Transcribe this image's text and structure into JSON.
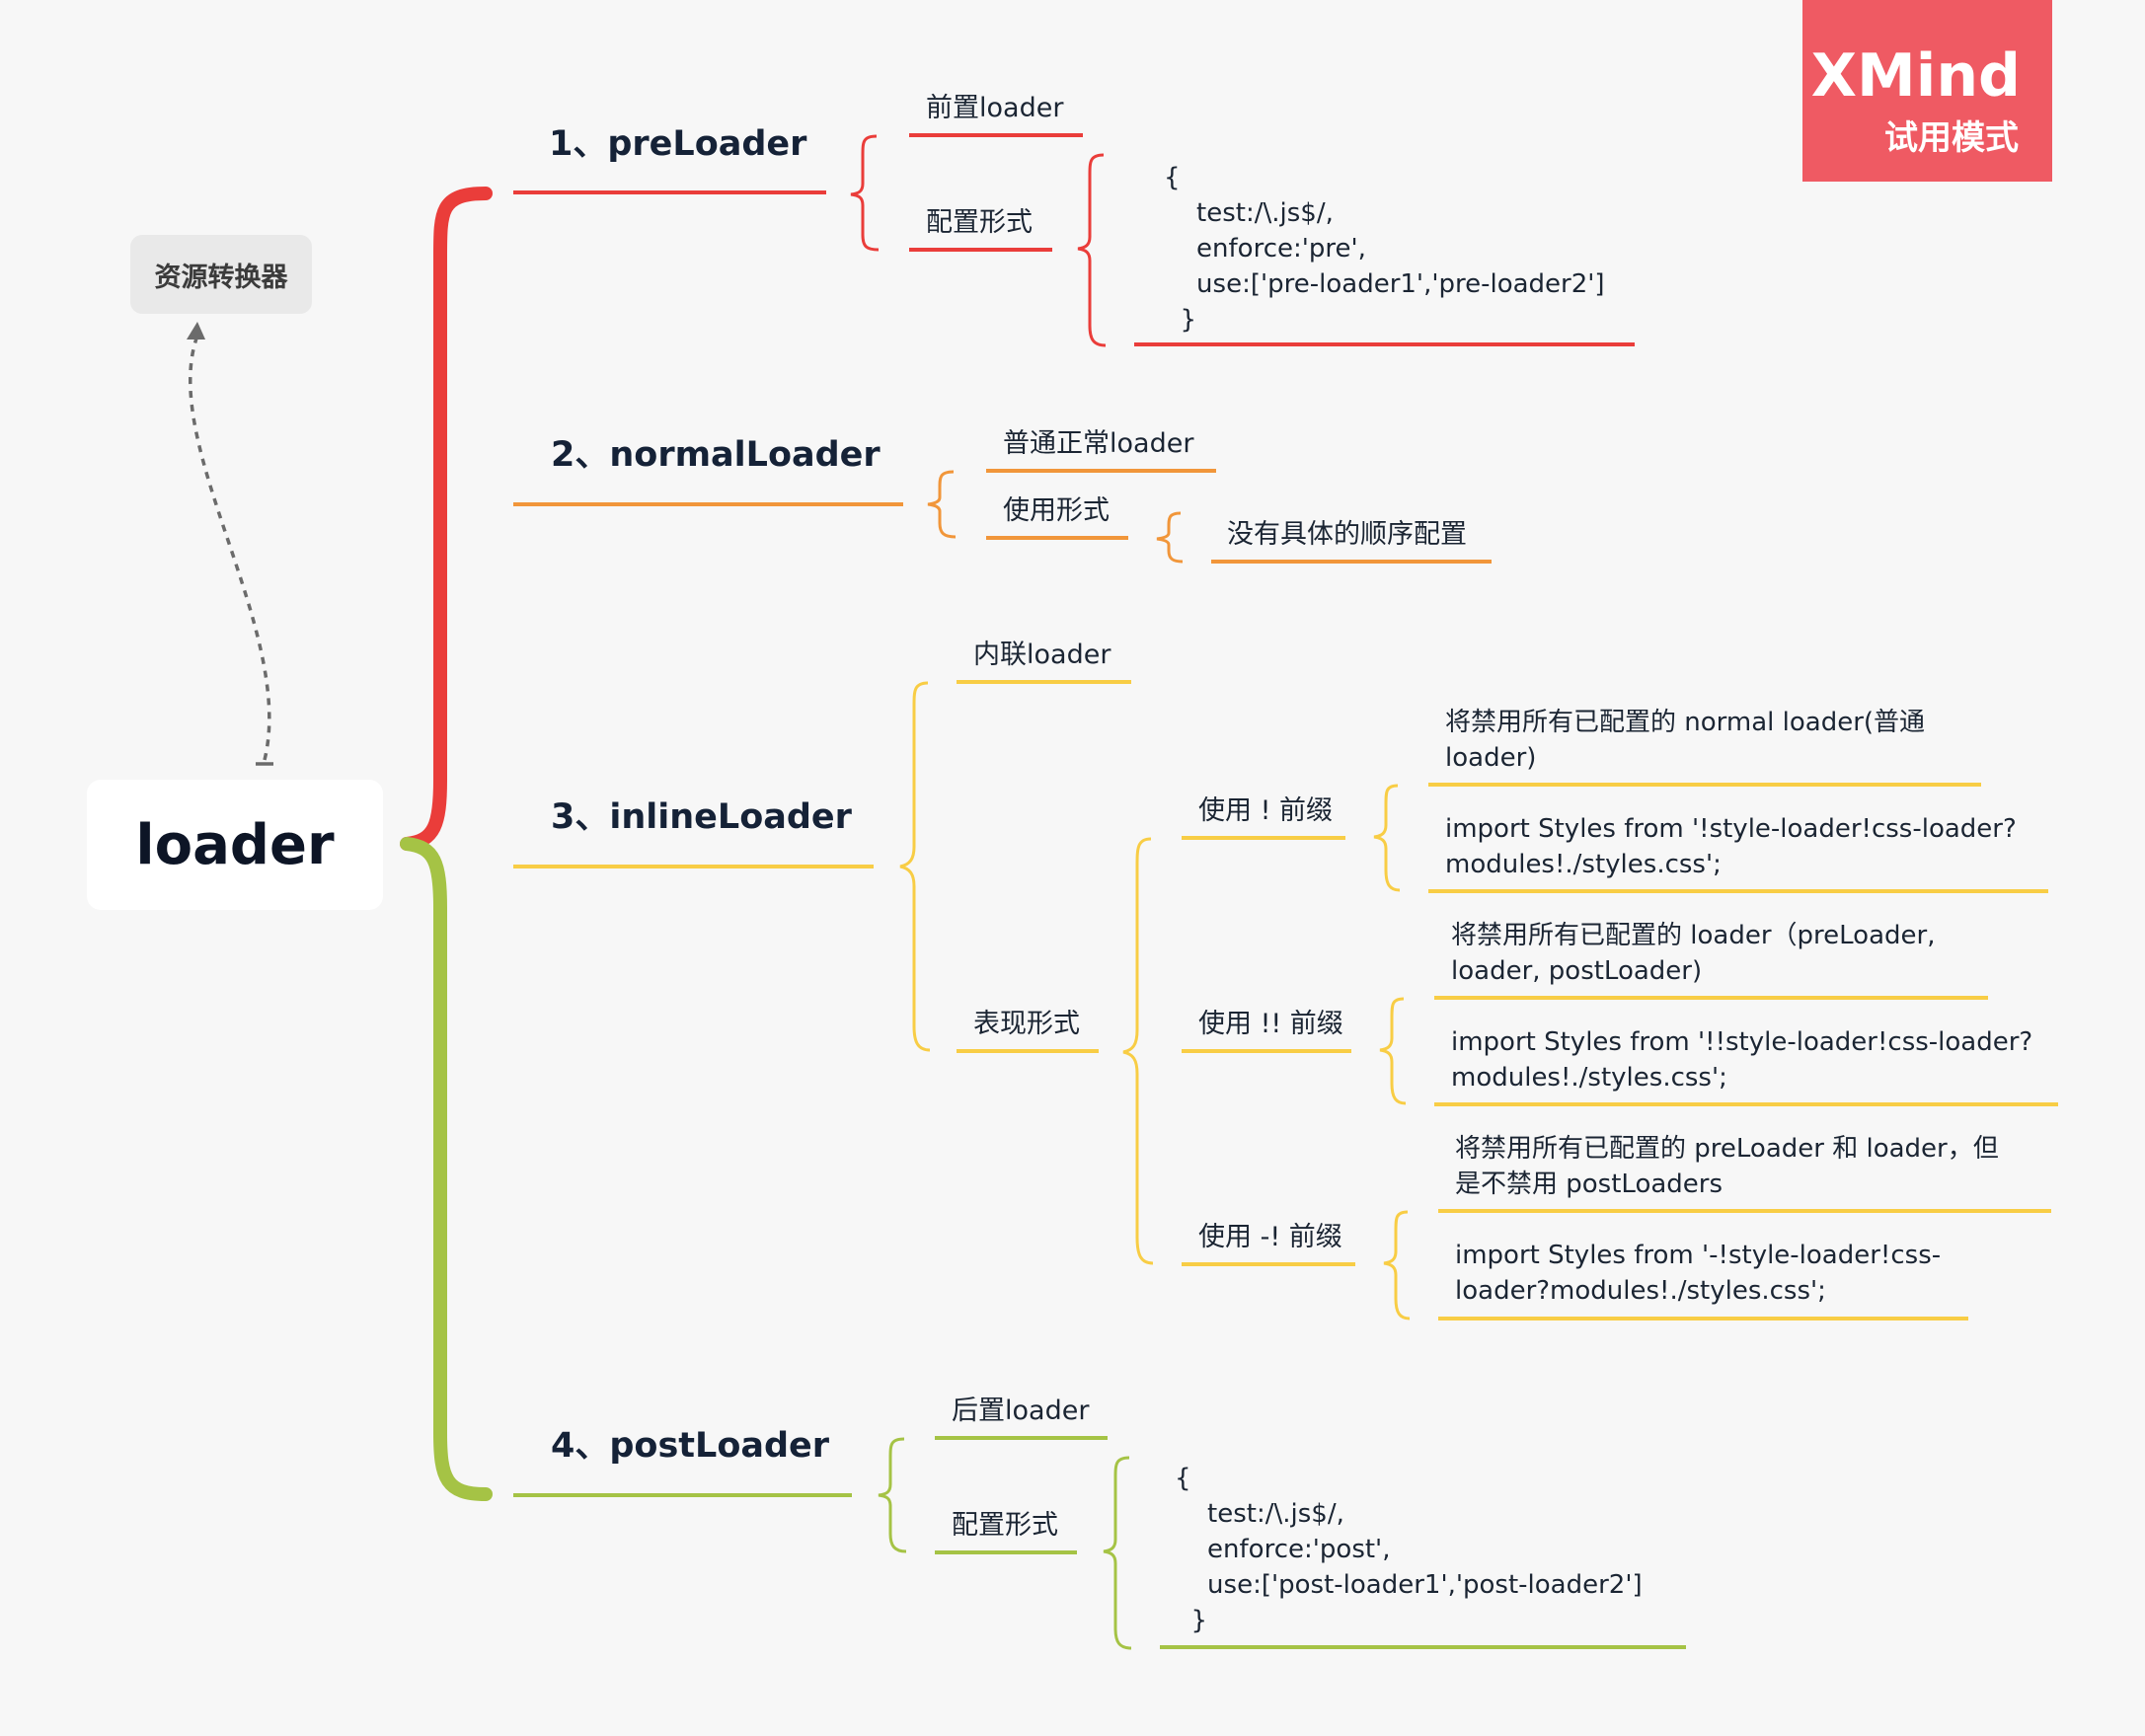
{
  "colors": {
    "red": "#ea3d3a",
    "orange": "#f1963a",
    "yellow": "#f8cd45",
    "green": "#a5c345",
    "connector": "#6b6b6b"
  },
  "root": {
    "label": "loader"
  },
  "tag": {
    "label": "资源转换器"
  },
  "brand": {
    "title": "XMind",
    "subtitle": "试用模式"
  },
  "branches": [
    {
      "title": "1、preLoader",
      "items": [
        {
          "label": "前置loader"
        },
        {
          "label": "配置形式",
          "detail": [
            "{",
            "    test:/\\.js$/,",
            "    enforce:'pre',",
            "    use:['pre-loader1','pre-loader2']",
            "  }"
          ]
        }
      ]
    },
    {
      "title": "2、normalLoader",
      "items": [
        {
          "label": "普通正常loader"
        },
        {
          "label": "使用形式",
          "detail": [
            "没有具体的顺序配置"
          ]
        }
      ]
    },
    {
      "title": "3、inlineLoader",
      "items": [
        {
          "label": "内联loader"
        },
        {
          "label": "表现形式",
          "prefixes": [
            {
              "label": "使用 ! 前缀",
              "desc": [
                "将禁用所有已配置的 normal loader(普通",
                "loader)"
              ],
              "code": [
                "import Styles from '!style-loader!css-loader?",
                "modules!./styles.css';"
              ]
            },
            {
              "label": "使用 !! 前缀",
              "desc": [
                "将禁用所有已配置的 loader（preLoader,",
                "loader, postLoader)"
              ],
              "code": [
                "import Styles from '!!style-loader!css-loader?",
                "modules!./styles.css';"
              ]
            },
            {
              "label": "使用 -! 前缀",
              "desc": [
                "将禁用所有已配置的 preLoader 和 loader，但",
                "是不禁用 postLoaders"
              ],
              "code": [
                "import Styles from '-!style-loader!css-",
                "loader?modules!./styles.css';"
              ]
            }
          ]
        }
      ]
    },
    {
      "title": "4、postLoader",
      "items": [
        {
          "label": "后置loader"
        },
        {
          "label": "配置形式",
          "detail": [
            "{",
            "    test:/\\.js$/,",
            "    enforce:'post',",
            "    use:['post-loader1','post-loader2']",
            "  }"
          ]
        }
      ]
    }
  ]
}
